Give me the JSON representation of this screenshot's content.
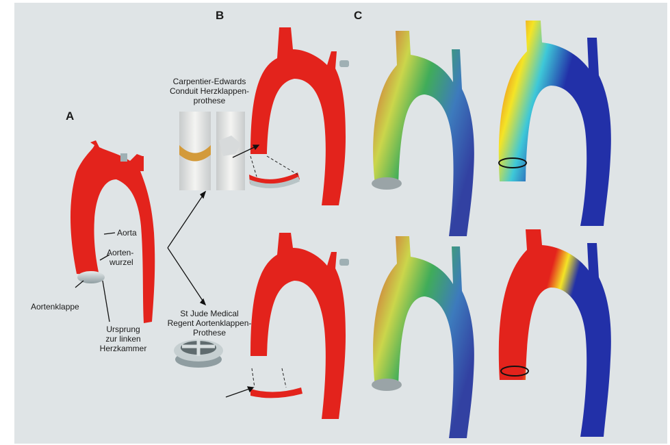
{
  "panels": {
    "a": "A",
    "b": "B",
    "c": "C"
  },
  "labels": {
    "aorta": "Aorta",
    "aortic_root": [
      "Aorten-",
      "wurzel"
    ],
    "aortic_valve": "Aortenklappe",
    "origin_lv": [
      "Ursprung",
      "zur linken",
      "Herzkammer"
    ],
    "prosthesis_top": [
      "Carpentier-Edwards",
      "Conduit Herzklappen-",
      "prothese"
    ],
    "prosthesis_bottom": [
      "St Jude Medical",
      "Regent Aortenklappen-",
      "Prothese"
    ]
  },
  "colors": {
    "background": "#dfe4e6",
    "aorta_red": "#e3231c",
    "valve_grey": "#a9b7bb",
    "flow_blue": "#1f2f9a",
    "flow_green": "#2fa64a",
    "flow_red": "#d22a1e",
    "wss_blue": "#2230a8",
    "wss_cyan": "#3ec8d8",
    "wss_yellow": "#f4e426"
  }
}
